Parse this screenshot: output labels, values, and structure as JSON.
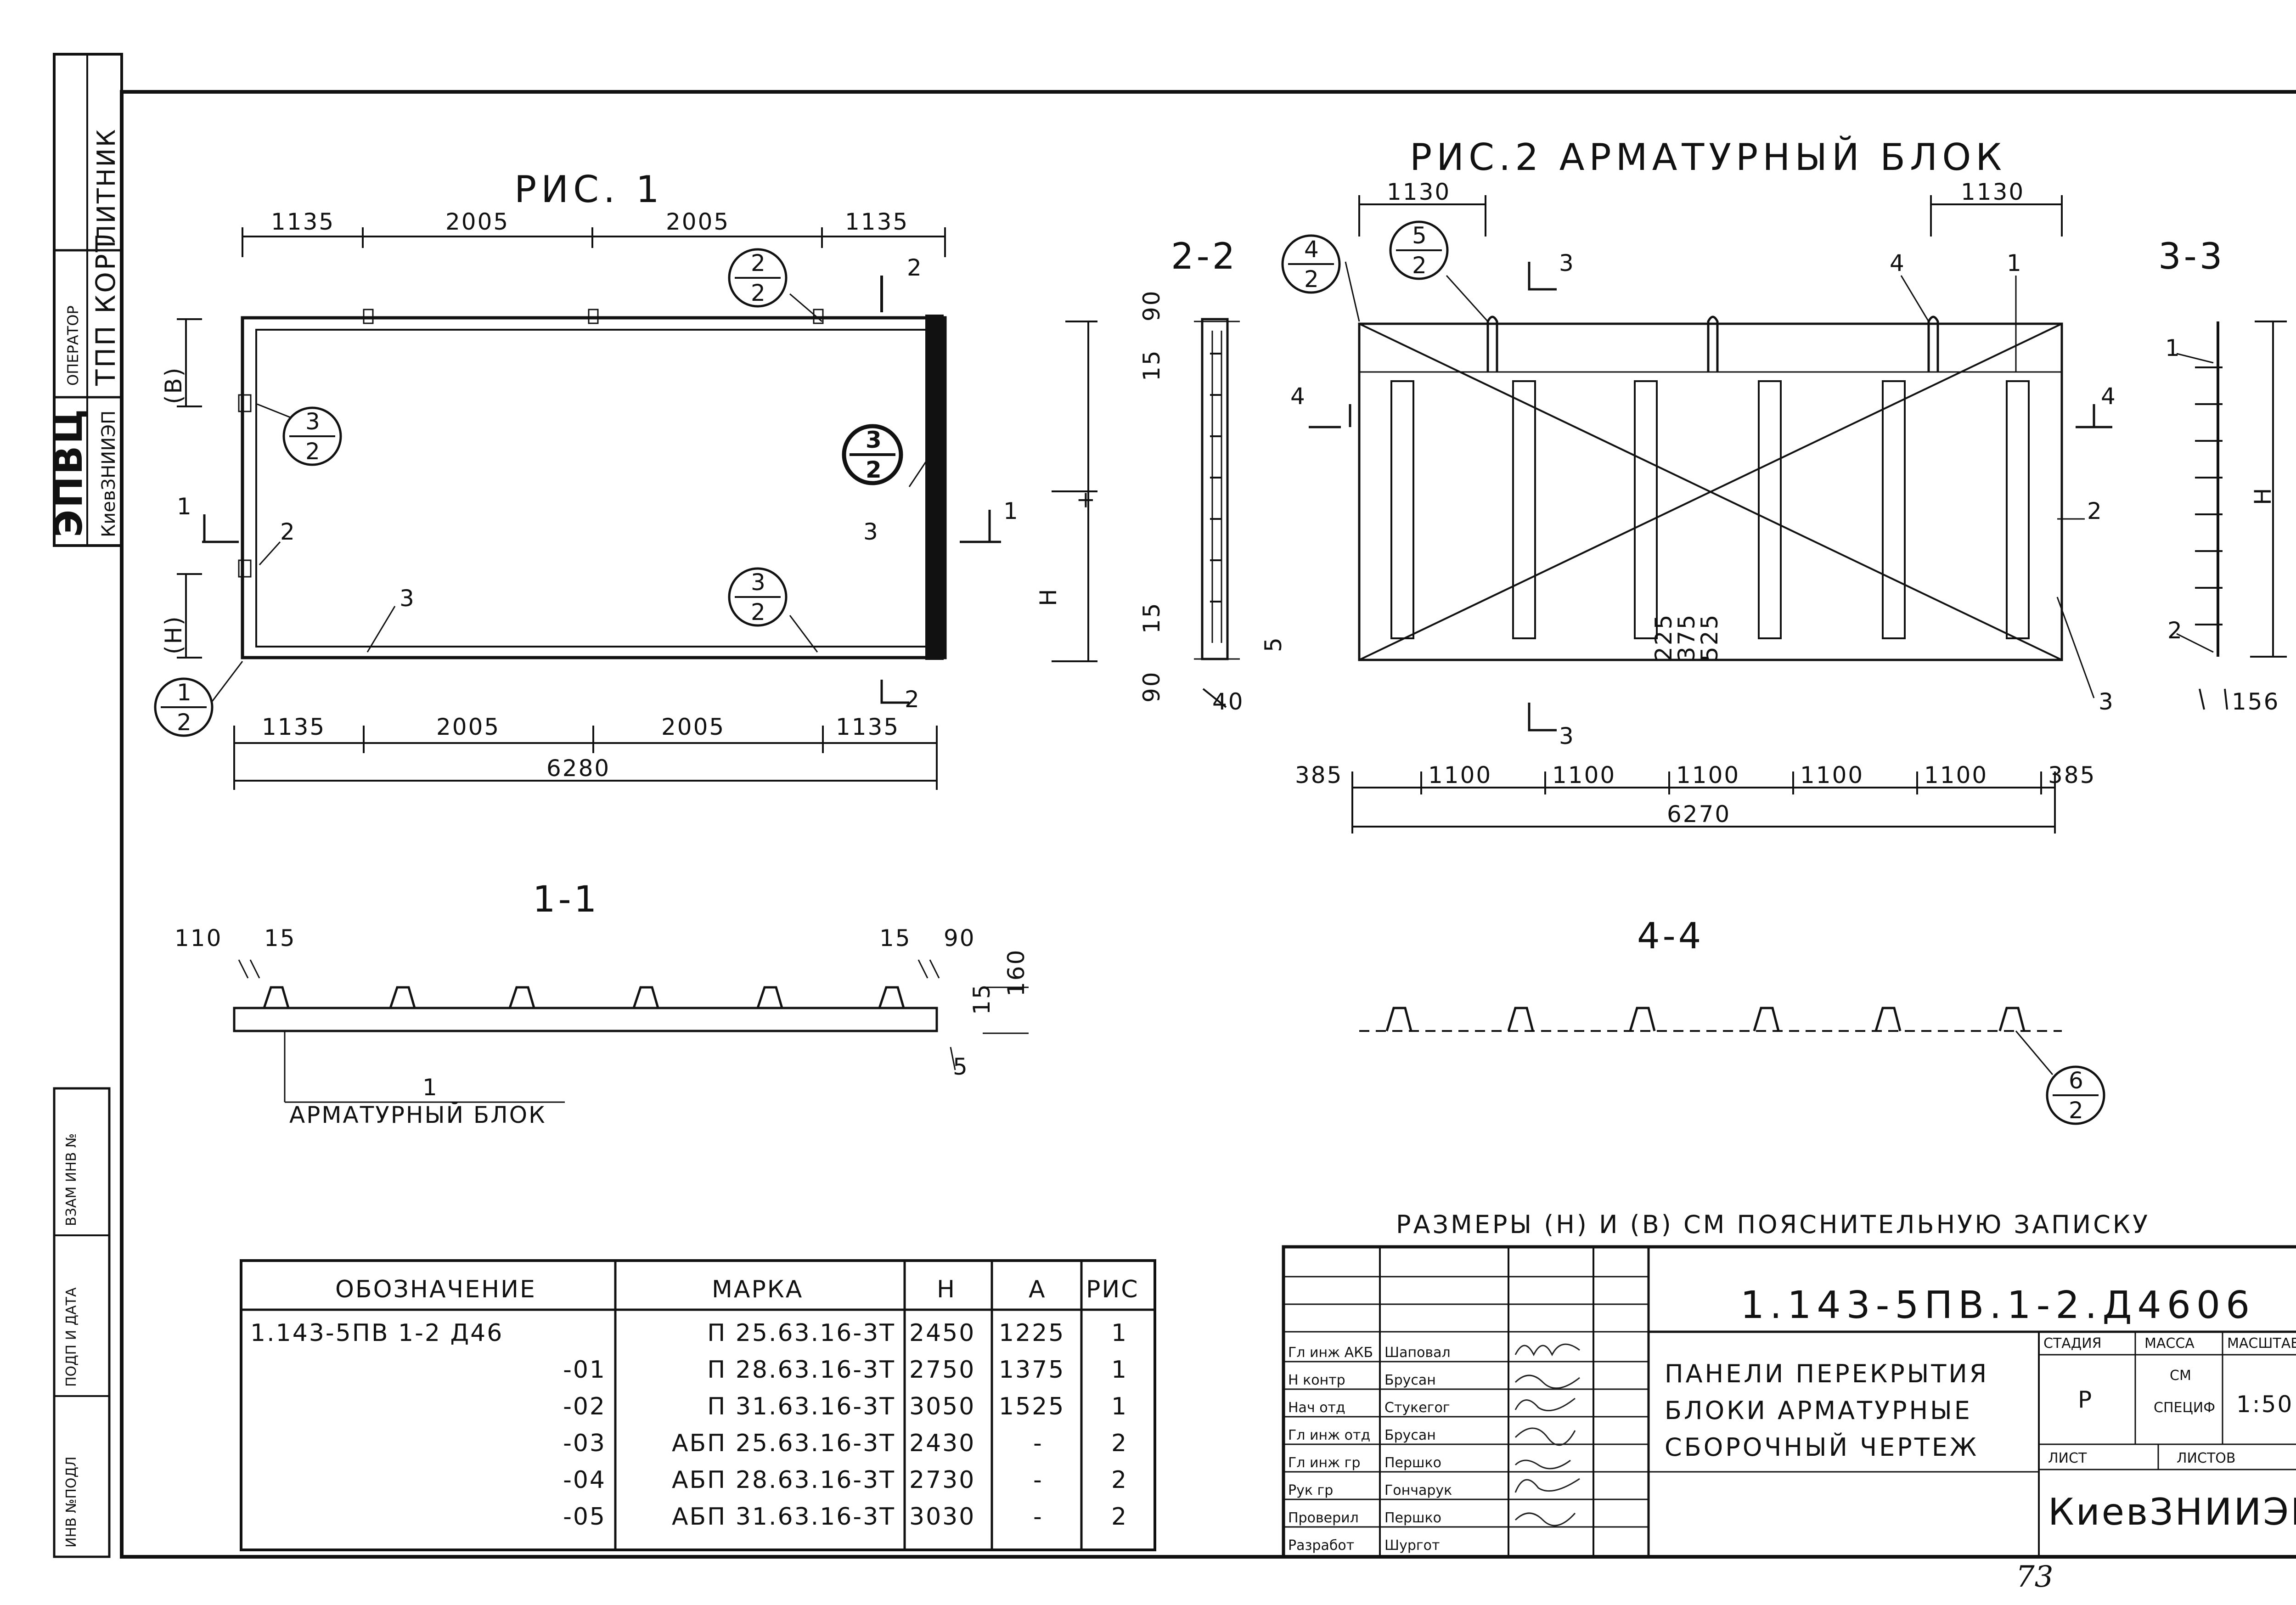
{
  "side_stamp": {
    "org": "ЭПВЦ",
    "org_sub": "КиевЗНИИЭП",
    "operator_label": "ОПЕРАТОР",
    "operator_value": "ТПП КОРТ",
    "litnik": "ЛИТНИК",
    "vzam_inv": "ВЗАМ ИНВ №",
    "podp_data": "ПОДП И ДАТА",
    "inv_podl": "ИНВ №ПОДЛ"
  },
  "fig1": {
    "title": "РИС. 1",
    "top_dims": [
      "1135",
      "2005",
      "2005",
      "1135"
    ],
    "bottom_dims": [
      "1135",
      "2005",
      "2005",
      "1135"
    ],
    "total": "6280",
    "b_label": "(В)",
    "h_label": "(Н)",
    "callouts": [
      {
        "num": "2",
        "den": "2"
      },
      {
        "num": "3",
        "den": "2"
      },
      {
        "num": "3",
        "den": "2"
      },
      {
        "num": "3",
        "den": "2"
      },
      {
        "num": "1",
        "den": "2"
      }
    ],
    "markers": [
      "1",
      "1",
      "2",
      "2",
      "2",
      "3",
      "3"
    ],
    "right_h": "Н",
    "right_plus": "+"
  },
  "sec22": {
    "title": "2-2",
    "dims": [
      "90",
      "15",
      "15",
      "90",
      "5",
      "40"
    ]
  },
  "fig2": {
    "title": "РИС.2 АРМАТУРНЫЙ БЛОК",
    "top_dims": [
      "1130",
      "1130"
    ],
    "bottom_dims": [
      "385",
      "1100",
      "1100",
      "1100",
      "1100",
      "1100",
      "385"
    ],
    "total": "6270",
    "vert_dims": [
      "225",
      "375",
      "525"
    ],
    "callouts": [
      {
        "num": "4",
        "den": "2"
      },
      {
        "num": "5",
        "den": "2"
      }
    ],
    "markers": [
      "3",
      "3",
      "4",
      "4",
      "4",
      "1",
      "2",
      "3"
    ]
  },
  "sec33": {
    "title": "3-3",
    "labels": [
      "1",
      "2",
      "Н"
    ],
    "dim": "156"
  },
  "sec11": {
    "title": "1-1",
    "dims": [
      "110",
      "15",
      "15",
      "90",
      "160",
      "15",
      "5"
    ],
    "leader_num": "1",
    "leader_text": "АРМАТУРНЫЙ БЛОК"
  },
  "sec44": {
    "title": "4-4",
    "callout": {
      "num": "6",
      "den": "2"
    }
  },
  "note": "РАЗМЕРЫ (Н) И (В) СМ ПОЯСНИТЕЛЬНУЮ ЗАПИСКУ",
  "spec_table": {
    "headers": [
      "ОБОЗНАЧЕНИЕ",
      "МАРКА",
      "Н",
      "А",
      "РИС"
    ],
    "rows": [
      [
        "1.143-5ПВ 1-2 Д46",
        "П 25.63.16-3Т",
        "2450",
        "1225",
        "1"
      ],
      [
        "-01",
        "П 28.63.16-3Т",
        "2750",
        "1375",
        "1"
      ],
      [
        "-02",
        "П 31.63.16-3Т",
        "3050",
        "1525",
        "1"
      ],
      [
        "-03",
        "АБП 25.63.16-3Т",
        "2430",
        "-",
        "2"
      ],
      [
        "-04",
        "АБП 28.63.16-3Т",
        "2730",
        "-",
        "2"
      ],
      [
        "-05",
        "АБП 31.63.16-3Т",
        "3030",
        "-",
        "2"
      ]
    ]
  },
  "title_block": {
    "code": "1.143-5ПВ.1-2.Д4606",
    "name_lines": [
      "ПАНЕЛИ ПЕРЕКРЫТИЯ",
      "БЛОКИ АРМАТУРНЫЕ",
      "СБОРОЧНЫЙ ЧЕРТЕЖ"
    ],
    "stadia_label": "СТАДИЯ",
    "stadia_value": "Р",
    "massa_label": "МАССА",
    "massa_value_1": "СМ",
    "massa_value_2": "СПЕЦИФ",
    "masshtab_label": "МАСШТАБ",
    "masshtab_value": "1:50",
    "list_label": "ЛИСТ",
    "listov_label": "ЛИСТОВ",
    "org": "КиевЗНИИЭП",
    "staff": [
      {
        "role": "Гл инж АКБ",
        "name": "Шаповал"
      },
      {
        "role": "Н контр",
        "name": "Брусан"
      },
      {
        "role": "Нач отд",
        "name": "Стукегог"
      },
      {
        "role": "Гл инж отд",
        "name": "Брусан"
      },
      {
        "role": "Гл инж гр",
        "name": "Першко"
      },
      {
        "role": "Рук гр",
        "name": "Гончарук"
      },
      {
        "role": "Проверил",
        "name": "Першко"
      },
      {
        "role": "Разработ",
        "name": "Шургот"
      }
    ]
  },
  "page_number": "73"
}
